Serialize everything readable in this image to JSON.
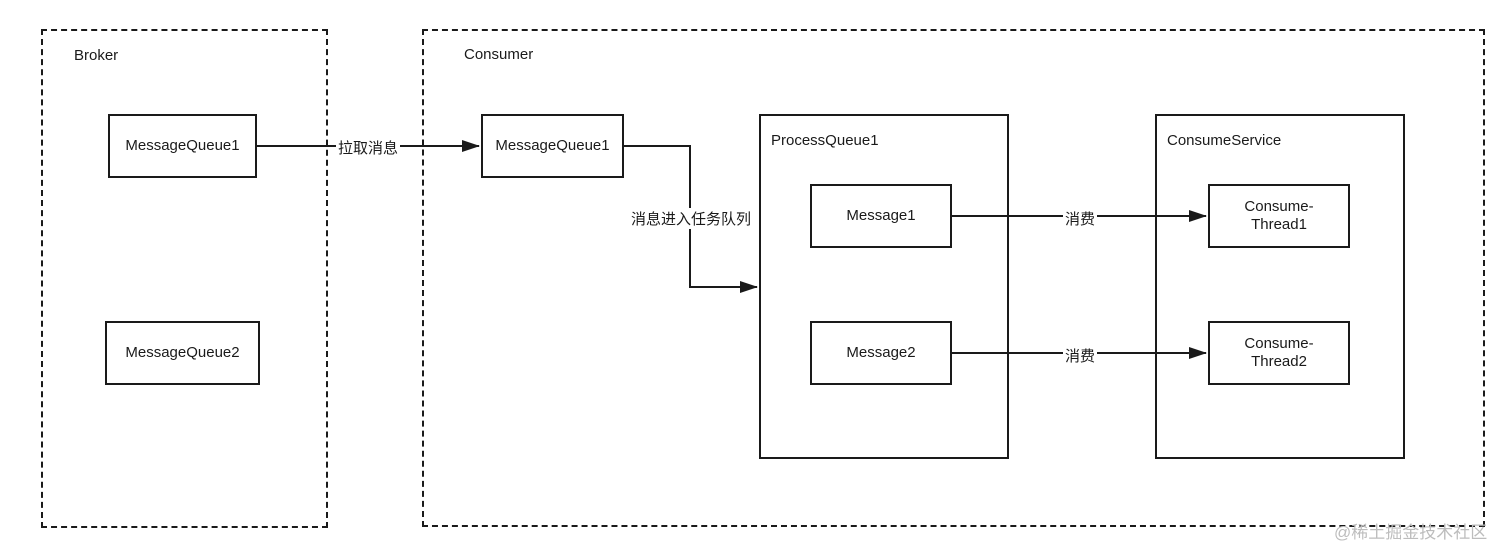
{
  "broker": {
    "label": "Broker",
    "queues": [
      "MessageQueue1",
      "MessageQueue2"
    ]
  },
  "consumer": {
    "label": "Consumer",
    "queue": "MessageQueue1",
    "process_queue": {
      "label": "ProcessQueue1",
      "messages": [
        "Message1",
        "Message2"
      ]
    },
    "consume_service": {
      "label": "ConsumeService",
      "threads": [
        {
          "line1": "Consume-",
          "line2": "Thread1"
        },
        {
          "line1": "Consume-",
          "line2": "Thread2"
        }
      ]
    }
  },
  "edges": {
    "pull": "拉取消息",
    "enqueue": "消息进入任务队列",
    "consume1": "消费",
    "consume2": "消费"
  },
  "watermark": "@稀土掘金技术社区"
}
